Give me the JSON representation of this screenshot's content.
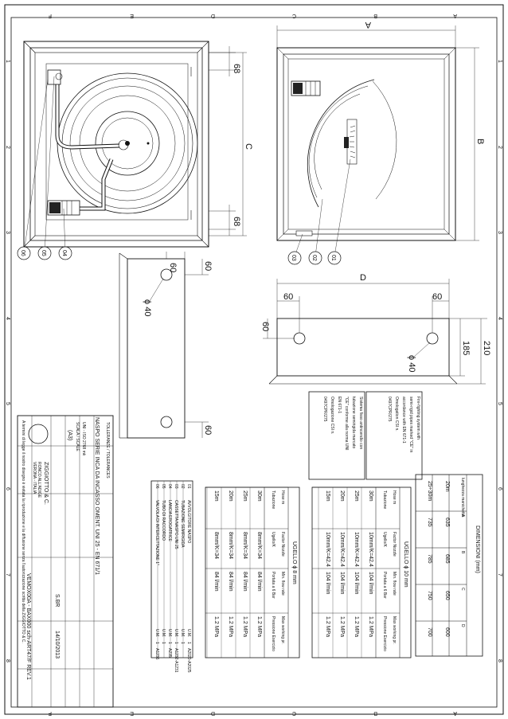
{
  "border": {
    "top_letters": [
      "F",
      "E",
      "D",
      "C",
      "B",
      "A"
    ],
    "bottom_letters": [
      "F",
      "E",
      "D",
      "C",
      "B",
      "A"
    ],
    "left_numbers": [
      "1",
      "2",
      "3",
      "4",
      "5",
      "6",
      "7",
      "8"
    ],
    "right_numbers": [
      "1",
      "2",
      "3",
      "4",
      "5",
      "6",
      "7",
      "8"
    ]
  },
  "dims": {
    "A": "A",
    "B": "B",
    "C": "C",
    "D": "D",
    "d68": "68",
    "d60": "60",
    "d185": "185",
    "d210": "210",
    "phi40": "ϕ 40"
  },
  "callouts": [
    "01",
    "02",
    "03",
    "04",
    "05",
    "06"
  ],
  "notes": {
    "en": [
      "Fire-fighting system with",
      "semi-rigid pipes marked \"CE\" in",
      "accordance with EN 671-1",
      "Omologation CSI n.",
      "0497CPR/275"
    ],
    "it": [
      "Sistema fisso antincendio con",
      "tubazione semirigida marcato",
      "\"CE\" conforme alla norma UNI",
      "EN 671-1",
      "Omologazione CSI n.",
      "0497CPR/275"
    ]
  },
  "dimensions_table": {
    "title": "DIMENSIONI (mm)",
    "headers": [
      "lunghezza manichetta",
      "A",
      "B",
      "C",
      "D"
    ],
    "rows": [
      [
        "20m",
        "635",
        "685",
        "650",
        "600"
      ],
      [
        "25÷30m",
        "735",
        "785",
        "750",
        "700"
      ]
    ]
  },
  "ugello10": {
    "title": "UGELLO ϕ 10 mm",
    "headers": [
      "Tubazione",
      "Ugello/K",
      "Portata a 6 Bar",
      "Pressione Esercizio"
    ],
    "headers_en": [
      "Hose m",
      "Factor Nozzle",
      "Min. flow rate",
      "Max working pr."
    ],
    "rows": [
      [
        "30m",
        "10mm/K=42.4",
        "104 l/min",
        "1.2 MPa"
      ],
      [
        "25m",
        "10mm/K=42.4",
        "104 l/min",
        "1.2 MPa"
      ],
      [
        "20m",
        "10mm/K=42.4",
        "104 l/min",
        "1.2 MPa"
      ],
      [
        "15m",
        "10mm/K=42.4",
        "104 l/min",
        "1.2 MPa"
      ]
    ]
  },
  "ugello8": {
    "title": "UGELLO ϕ 8 mm",
    "headers": [
      "Tubazione",
      "Ugello/K",
      "Portata a 6 Bar",
      "Pressione Esercizio"
    ],
    "headers_en": [
      "Hose m",
      "Factor Nozzle",
      "Min. flow rate",
      "Max working pr."
    ],
    "rows": [
      [
        "30m",
        "8mm/K=34",
        "84 l/min",
        "1.2 MPa"
      ],
      [
        "25m",
        "8mm/K=34",
        "84 l/min",
        "1.2 MPa"
      ],
      [
        "20m",
        "8mm/K=34",
        "84 l/min",
        "1.2 MPa"
      ],
      [
        "15m",
        "8mm/K=34",
        "84 l/min",
        "1.2 MPa"
      ]
    ]
  },
  "parts": [
    [
      "01",
      "AVVOLGITORE NASPO",
      "U.M.",
      "1",
      "A2020-A2025"
    ],
    [
      "02",
      "TUBAZIONE SEMIRIGIDA",
      "U.M.",
      "1",
      ""
    ],
    [
      "03",
      "CASSETTA NASPO UNI 25",
      "U.M.",
      "1",
      "A1232-A1231"
    ],
    [
      "04",
      "LANCIA EROGATRICE",
      "U.M.",
      "1",
      "A235"
    ],
    [
      "05",
      "TUBO DI RACCORDO",
      "U.M.",
      "1",
      ""
    ],
    [
      "06",
      "VALVOLA DI INTERCETTAZIONE 1\"",
      "U.M.",
      "1",
      "A1236"
    ]
  ],
  "title_block": {
    "company": "ZIGGIOTTO & C.",
    "address1": "RONCO ALL'ADIGE",
    "address2": "VERONA - ITALIA",
    "title": "NASPO SERIE INCA DA INCASSO OMENT. UNI 25 - EN 671/1",
    "code": "VEMOX00A - BAX000 sch-ART47/F REV.1",
    "date": "14/10/2013",
    "drawn": "S.BR",
    "scale": "SCALA / SCALE",
    "format": "(A3)",
    "tolleranze": "TOLLERANZE / TOLERANCES",
    "norma": "UNI - ISO 2768 mk",
    "disclaimer": "A termini di legge il nostro disegno è vietata la riproduzione e la diffusione senza l'autorizzazione scritta della ZIGGIOTTO & C."
  }
}
